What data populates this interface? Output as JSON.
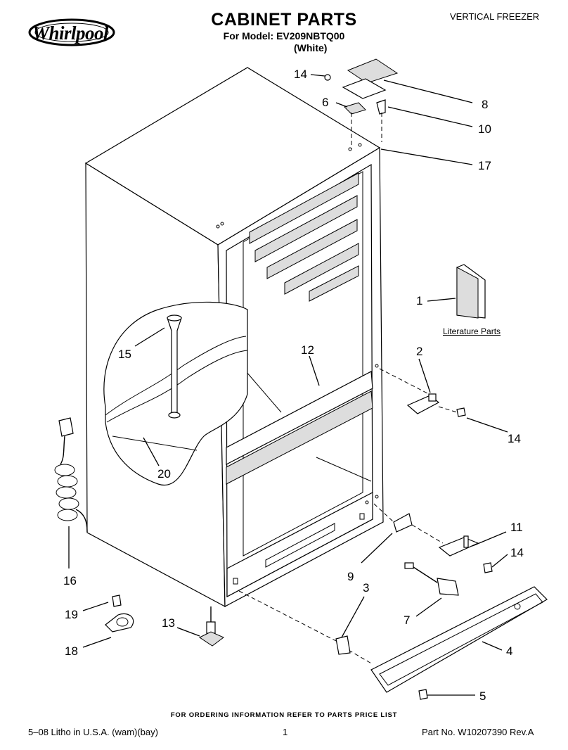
{
  "header": {
    "brand": "Whirlpool",
    "title": "CABINET PARTS",
    "model_line": "For Model: EV209NBTQ00",
    "color_line": "(White)",
    "category": "VERTICAL FREEZER"
  },
  "callouts": {
    "c1": "1",
    "c2": "2",
    "c3": "3",
    "c4": "4",
    "c5": "5",
    "c6": "6",
    "c7": "7",
    "c8": "8",
    "c9": "9",
    "c10": "10",
    "c11": "11",
    "c12": "12",
    "c13": "13",
    "c14a": "14",
    "c14b": "14",
    "c14c": "14",
    "c15": "15",
    "c16": "16",
    "c17": "17",
    "c18": "18",
    "c19": "19",
    "c20": "20"
  },
  "literature_label": "Literature Parts",
  "ordering_note": "FOR ORDERING INFORMATION REFER TO PARTS PRICE LIST",
  "footer": {
    "left": "5–08 Litho in U.S.A. (wam)(bay)",
    "center": "1",
    "right": "Part No. W10207390 Rev.A"
  }
}
